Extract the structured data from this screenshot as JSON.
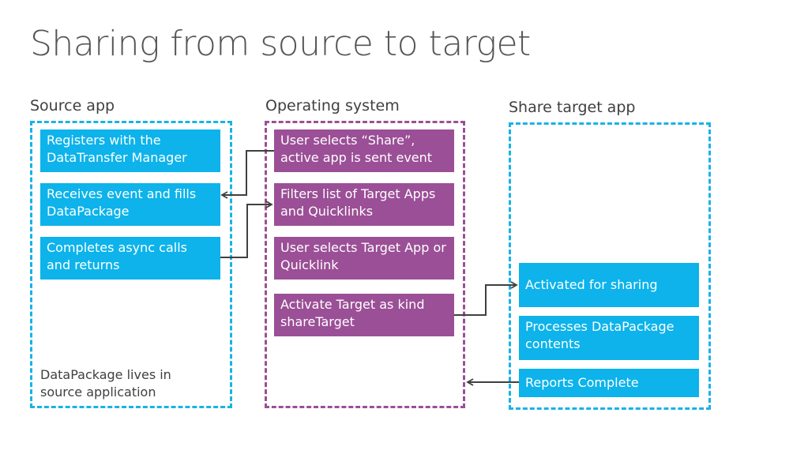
{
  "title": "Sharing from source to target",
  "colors": {
    "accent_blue": "#0db3ea",
    "accent_purple": "#9b4f96",
    "connector": "#404040"
  },
  "columns": {
    "source": {
      "label": "Source app",
      "steps": [
        "Registers with the DataTransfer Manager",
        "Receives event and fills DataPackage",
        "Completes async calls and returns"
      ],
      "note": "DataPackage lives in source application"
    },
    "os": {
      "label": "Operating system",
      "steps": [
        "User selects “Share”, active app is sent event",
        "Filters list of Target Apps and Quicklinks",
        "User selects Target App or Quicklink",
        "Activate Target as kind shareTarget"
      ]
    },
    "target": {
      "label": "Share target app",
      "steps": [
        "Activated for sharing",
        "Processes DataPackage contents",
        "Reports Complete"
      ]
    }
  }
}
